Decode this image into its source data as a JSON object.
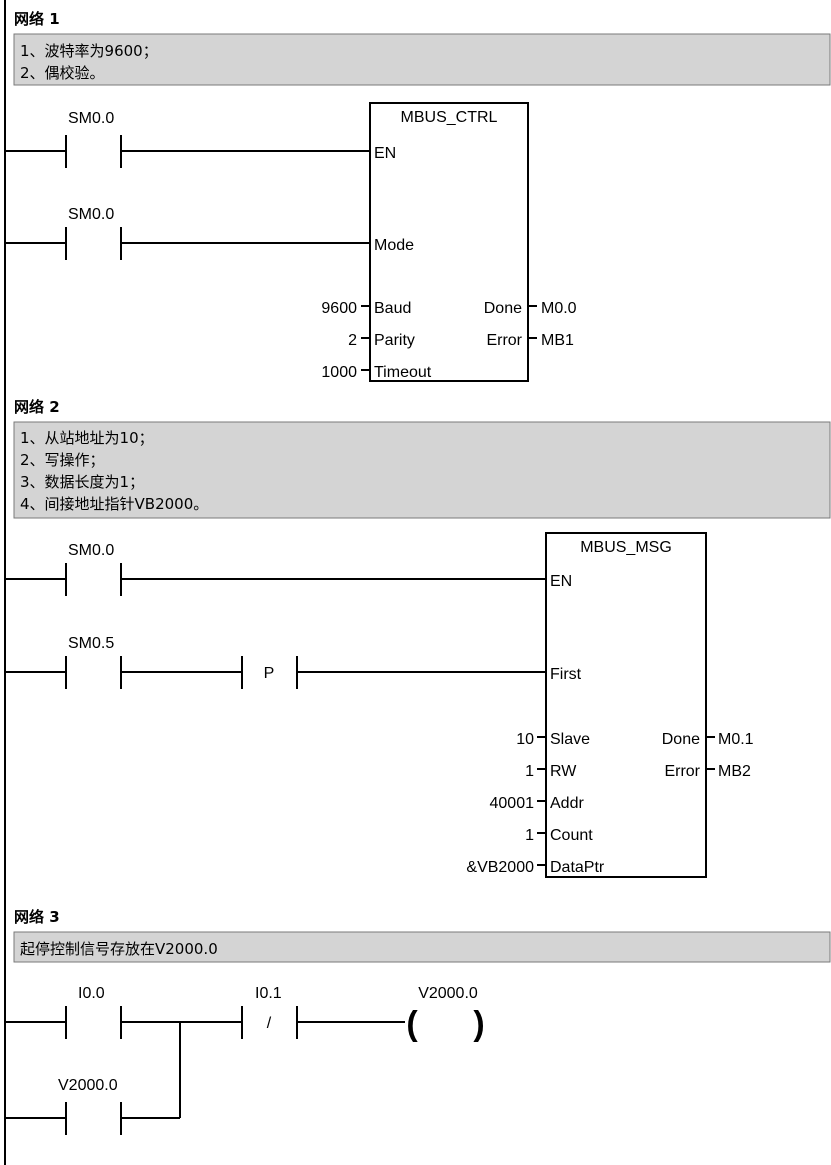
{
  "networks": [
    {
      "title": "网络 1",
      "comment": [
        "1、波特率为9600；",
        "2、偶校验。"
      ],
      "contacts": [
        "SM0.0",
        "SM0.0"
      ],
      "block": {
        "name": "MBUS_CTRL",
        "inputs": [
          "EN",
          "Mode",
          "Baud",
          "Parity",
          "Timeout"
        ],
        "input_values": [
          "9600",
          "2",
          "1000"
        ],
        "outputs": [
          "Done",
          "Error"
        ],
        "output_values": [
          "M0.0",
          "MB1"
        ]
      }
    },
    {
      "title": "网络 2",
      "comment": [
        "1、从站地址为10；",
        "2、写操作；",
        "3、数据长度为1；",
        "4、间接地址指针VB2000。"
      ],
      "contacts": [
        "SM0.0",
        "SM0.5"
      ],
      "edge_label": "P",
      "block": {
        "name": "MBUS_MSG",
        "inputs": [
          "EN",
          "First",
          "Slave",
          "RW",
          "Addr",
          "Count",
          "DataPtr"
        ],
        "input_values": [
          "10",
          "1",
          "40001",
          "1",
          "&VB2000"
        ],
        "outputs": [
          "Done",
          "Error"
        ],
        "output_values": [
          "M0.1",
          "MB2"
        ]
      }
    },
    {
      "title": "网络 3",
      "comment": [
        "起停控制信号存放在V2000.0"
      ],
      "contacts": [
        "I0.0",
        "I0.1",
        "V2000.0"
      ],
      "nc_symbol": "/",
      "coil": "V2000.0",
      "coil_open": "(",
      "coil_close": ")"
    }
  ]
}
